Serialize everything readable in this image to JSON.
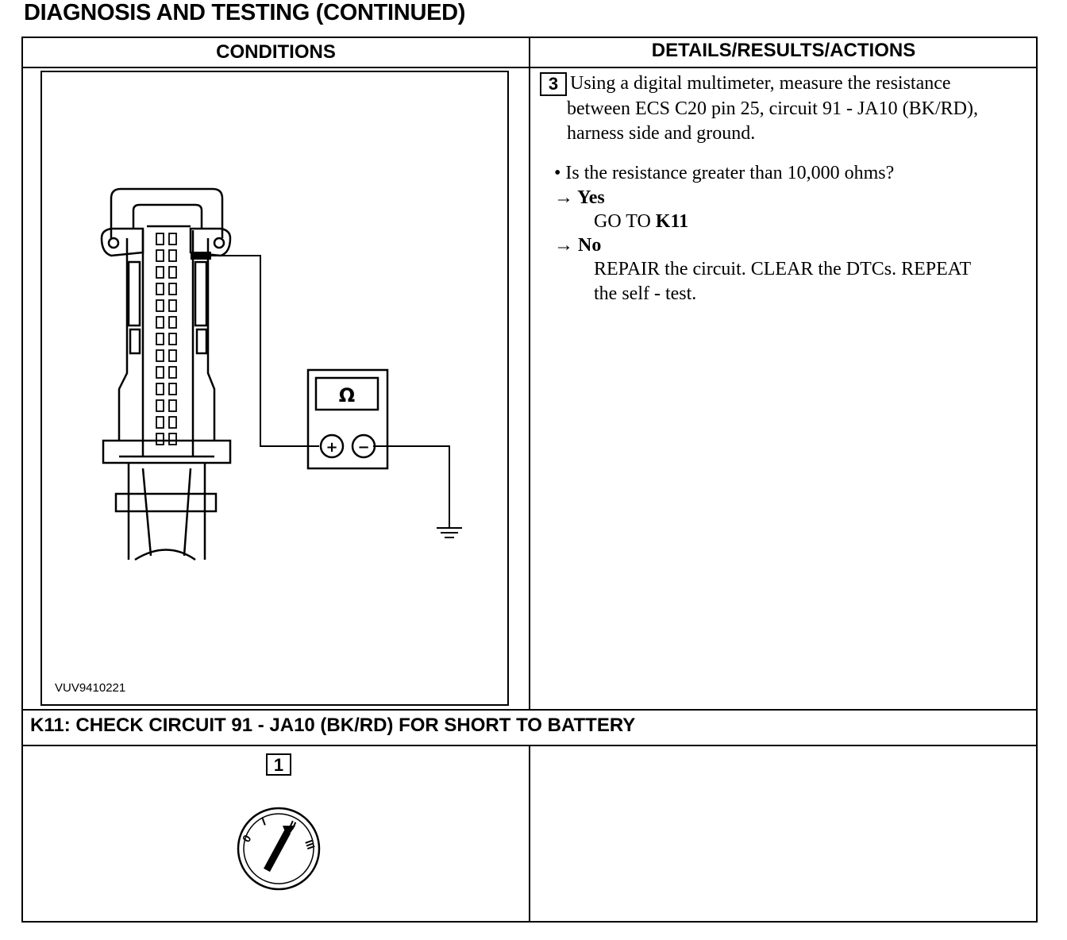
{
  "page": {
    "title": "DIAGNOSIS AND TESTING (CONTINUED)"
  },
  "table": {
    "col_conditions": "CONDITIONS",
    "col_details": "DETAILS/RESULTS/ACTIONS"
  },
  "step3": {
    "number": "3",
    "instruction": [
      "Using a digital multimeter, measure the resistance",
      "between ECS C20 pin 25, circuit 91 - JA10 (BK/RD),",
      "harness side and ground."
    ],
    "question": "• Is the resistance greater than 10,000 ohms?",
    "yes_label": "→ Yes",
    "yes_action_prefix": "GO TO ",
    "yes_action_target": "K11",
    "no_label": "→ No",
    "no_action": [
      "REPAIR the circuit. CLEAR the DTCs. REPEAT",
      "the self - test."
    ]
  },
  "figure": {
    "image_id": "VUV9410221",
    "meter_symbol": "Ω",
    "plus_symbol": "+",
    "minus_symbol": "−"
  },
  "k11": {
    "heading": "K11: CHECK CIRCUIT 91 - JA10 (BK/RD) FOR SHORT TO BATTERY",
    "step_number": "1",
    "ignition_positions": [
      "0",
      "I",
      "II",
      "III"
    ]
  }
}
